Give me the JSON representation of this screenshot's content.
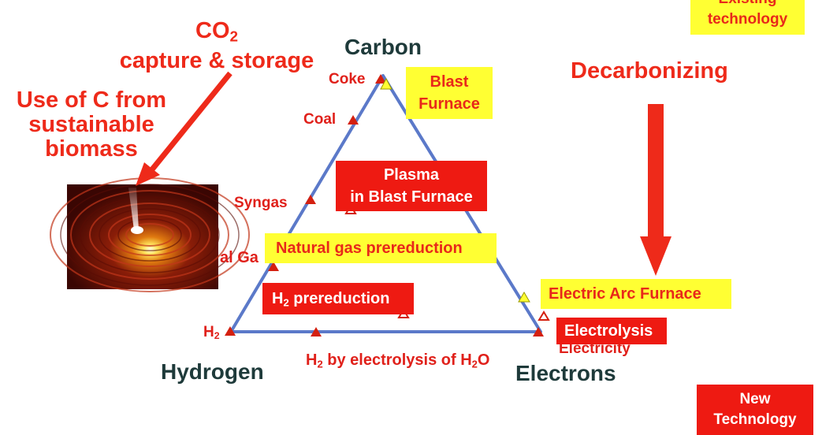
{
  "co2": {
    "co": "CO",
    "sub": "2",
    "line2": "capture & storage"
  },
  "biomass": {
    "line1": "Use of C from",
    "line2": "sustainable",
    "line3": "biomass"
  },
  "vertices": {
    "carbon": "Carbon",
    "hydrogen": "Hydrogen",
    "electrons": "Electrons"
  },
  "points": {
    "coke": "Coke",
    "coal": "Coal",
    "syngas": "Syngas",
    "natural_gas_partial": "al Ga",
    "h2_h": "H",
    "h2_sub": "2",
    "h2_electrolysis_h": "H",
    "h2_electrolysis_sub": "2",
    "h2_electrolysis_mid": " by electrolysis of H",
    "h2_electrolysis_sub2": "2",
    "h2_electrolysis_end": "O",
    "electricity": "Electricity"
  },
  "boxes": {
    "blast_furnace_l1": "Blast",
    "blast_furnace_l2": "Furnace",
    "plasma_l1": "Plasma",
    "plasma_l2": "in Blast Furnace",
    "natural_gas": "Natural gas prereduction",
    "h2_pre_h": "H",
    "h2_pre_sub": "2",
    "h2_pre_text": " prereduction",
    "electric_arc": "Electric Arc Furnace",
    "electrolysis": "Electrolysis"
  },
  "decarbonizing": "Decarbonizing",
  "legend": {
    "existing_l1": "Existing",
    "existing_l2": "technology",
    "new_l1": "New",
    "new_l2": "Technology"
  },
  "colors": {
    "red": "#ee1a12",
    "yellow": "#ffff33",
    "blue": "#5b79c9",
    "dark": "#1e3a3a"
  }
}
